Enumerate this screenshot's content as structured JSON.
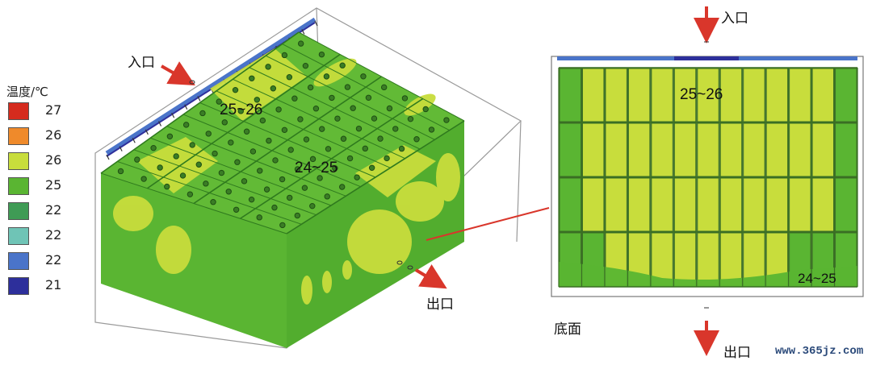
{
  "legend": {
    "title": "温度/℃",
    "entries": [
      {
        "label": "27",
        "color": "#d52b1e"
      },
      {
        "label": "26",
        "color": "#ef8a2b"
      },
      {
        "label": "26",
        "color": "#c8dd3c"
      },
      {
        "label": "25",
        "color": "#5ab532"
      },
      {
        "label": "22",
        "color": "#3f9b55"
      },
      {
        "label": "22",
        "color": "#6fc4b6"
      },
      {
        "label": "22",
        "color": "#4a74c9"
      },
      {
        "label": "21",
        "color": "#2d2f9b"
      }
    ]
  },
  "iso_view": {
    "inlet_label": "入口",
    "outlet_label": "出口",
    "zone_top": "25~26",
    "zone_mid": "24~25"
  },
  "bottom_view": {
    "inlet_label": "入口",
    "outlet_label": "出口",
    "zone_top": "25~26",
    "zone_bottom": "24~25",
    "caption": "底面"
  },
  "colors": {
    "green": "#5ab532",
    "dark_green": "#3f8f28",
    "yellow": "#c8dd3c",
    "arrow_red": "#d9362b",
    "channel_blue": "#4a74c9"
  },
  "watermark": "www.365jz.com"
}
